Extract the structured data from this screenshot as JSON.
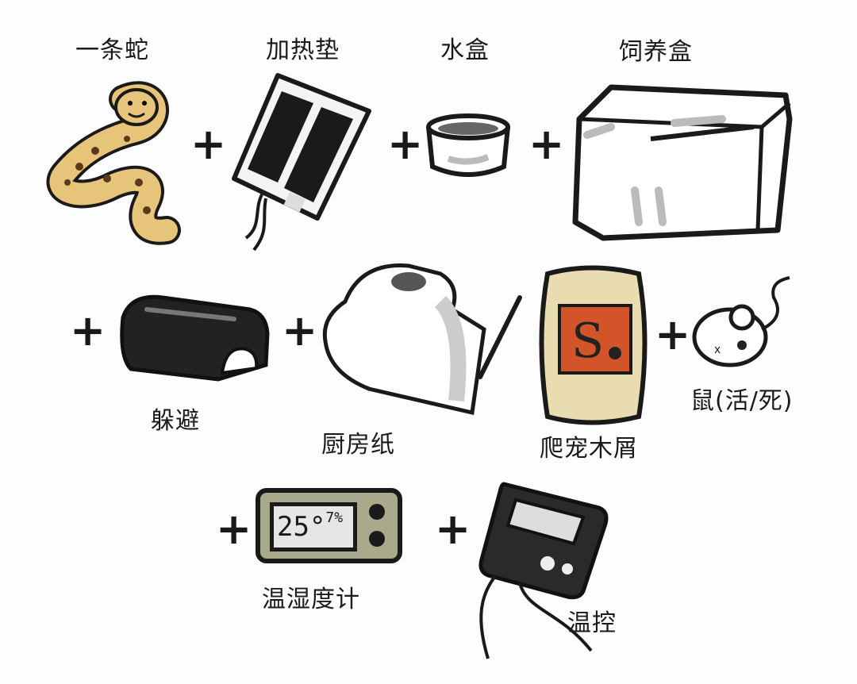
{
  "items": {
    "snake": "一条蛇",
    "heat_pad": "加热垫",
    "water_bowl": "水盒",
    "enclosure": "饲养盒",
    "hide": "躲避",
    "paper_towel": "厨房纸",
    "substrate": "爬宠木屑",
    "mouse": "鼠(活/死)",
    "hygrometer": "温湿度计",
    "thermostat": "温控"
  },
  "plus": "+",
  "hygrometer_display": {
    "temp": "25°",
    "humidity": "7%"
  },
  "substrate_logo": "S",
  "colors": {
    "snake_body": "#e6c57a",
    "snake_spots": "#5a3a1c",
    "bag_label": "#d4542a",
    "hygrometer_body": "#a9a98c",
    "ink": "#1a1a1a"
  }
}
